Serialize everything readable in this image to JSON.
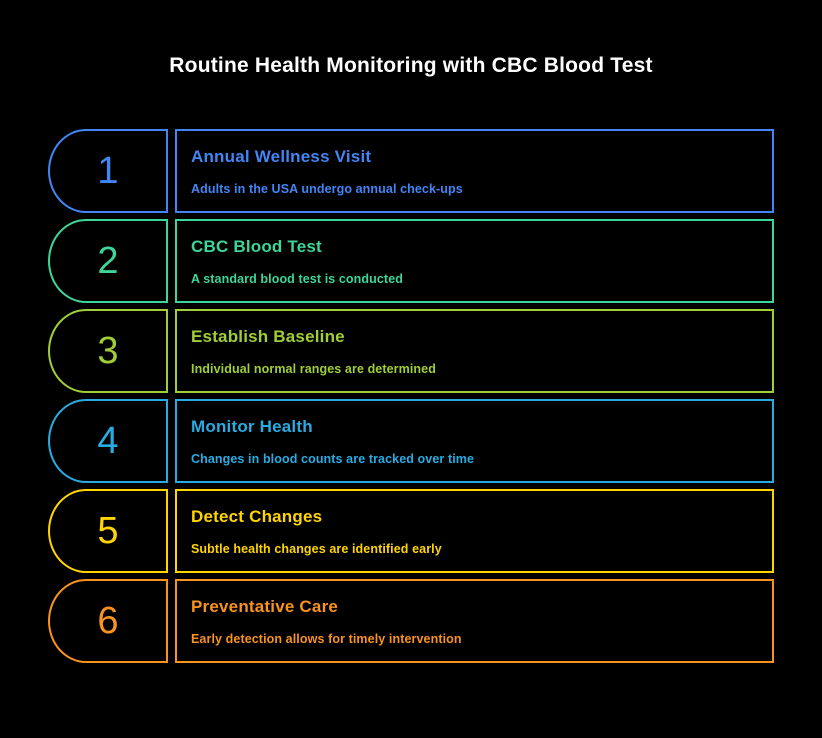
{
  "title": "Routine Health Monitoring with CBC Blood Test",
  "colors": {
    "background": "#000000",
    "title_text": "#ffffff"
  },
  "steps": [
    {
      "number": "1",
      "title": "Annual Wellness Visit",
      "subtitle": "Adults in the USA undergo annual check-ups",
      "color": "#4285F4"
    },
    {
      "number": "2",
      "title": "CBC Blood Test",
      "subtitle": "A standard blood test is conducted",
      "color": "#3DD598"
    },
    {
      "number": "3",
      "title": "Establish Baseline",
      "subtitle": "Individual normal ranges are determined",
      "color": "#A0CE36"
    },
    {
      "number": "4",
      "title": "Monitor Health",
      "subtitle": "Changes in blood counts are tracked over time",
      "color": "#29ABE2"
    },
    {
      "number": "5",
      "title": "Detect Changes",
      "subtitle": "Subtle health changes are identified early",
      "color": "#FFD500"
    },
    {
      "number": "6",
      "title": "Preventative Care",
      "subtitle": "Early detection allows for timely intervention",
      "color": "#F7931E"
    }
  ]
}
